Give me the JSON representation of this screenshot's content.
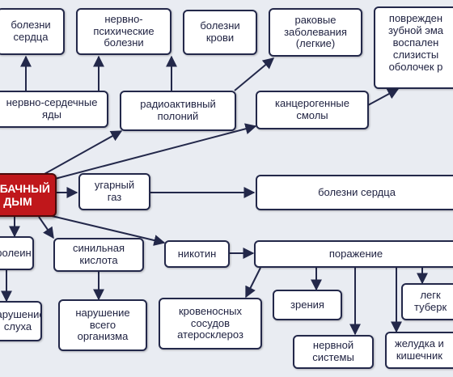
{
  "diagram": {
    "root": "ТАБАЧНЫЙ ДЫМ",
    "nodes": {
      "heart_disease_top": "болезни сердца",
      "nervous_mental": "нервно-\nпсихические\nболезни",
      "blood_disease": "болезни\nкрови",
      "lung_cancer": "раковые\nзаболевания\n(легкие)",
      "teeth_damage": "поврежден\nзубной эма\nвоспален\nслизисты\nоболочек р",
      "nerve_heart_poisons": "нервно-сердечные\nяды",
      "polonium": "радиоактивный\nполоний",
      "tars": "канцерогенные\nсмолы",
      "carbon_monoxide": "угарный\nгаз",
      "heart_disease_right": "болезни сердца",
      "acrolein": "ролеин",
      "cyanide": "синильная\nкислота",
      "nicotine": "никотин",
      "damage": "поражение",
      "hearing": "нарушение\nслуха",
      "organism": "нарушение\nвсего\nорганизма",
      "vessels": "кровеносных\nсосудов\nатеросклероз",
      "vision": "зрения",
      "nervous_system": "нервной\nсистемы",
      "stomach": "желудка и\nкишечник",
      "lungs_tb": "легк\nтуберк"
    }
  }
}
